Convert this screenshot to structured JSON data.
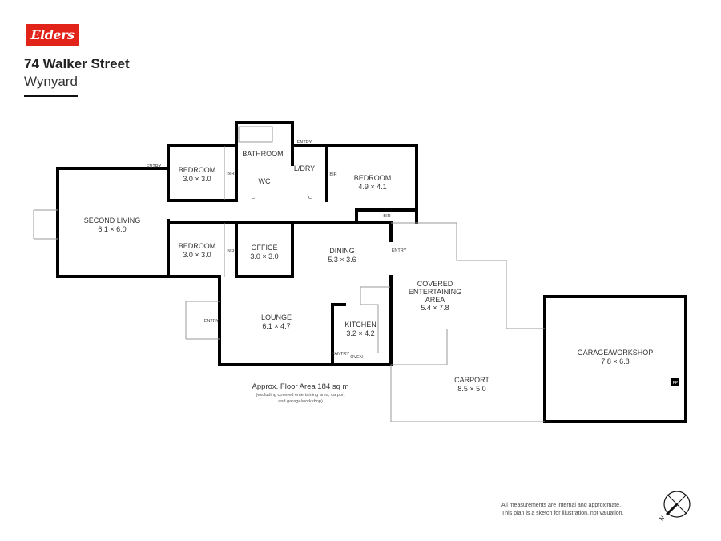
{
  "header": {
    "brand": "Elders",
    "brand_color": "#e2231a",
    "address_line1": "74 Walker Street",
    "address_line2": "Wynyard"
  },
  "rooms": [
    {
      "id": "bathroom",
      "name": "BATHROOM",
      "size": ""
    },
    {
      "id": "bedroom-1",
      "name": "BEDROOM",
      "size": "3.0 × 3.0"
    },
    {
      "id": "bedroom-2",
      "name": "BEDROOM",
      "size": "4.9 × 4.1"
    },
    {
      "id": "second-living",
      "name": "SECOND LIVING",
      "size": "6.1 × 6.0"
    },
    {
      "id": "bedroom-3",
      "name": "BEDROOM",
      "size": "3.0 × 3.0"
    },
    {
      "id": "office",
      "name": "OFFICE",
      "size": "3.0 × 3.0"
    },
    {
      "id": "dining",
      "name": "DINING",
      "size": "5.3 × 3.6"
    },
    {
      "id": "lounge",
      "name": "LOUNGE",
      "size": "6.1 × 4.7"
    },
    {
      "id": "kitchen",
      "name": "KITCHEN",
      "size": "3.2 × 4.2"
    },
    {
      "id": "covered-entertaining",
      "name": "COVERED",
      "name2": "ENTERTAINING",
      "name3": "AREA",
      "size": "5.4 × 7.8"
    },
    {
      "id": "carport",
      "name": "CARPORT",
      "size": "8.5 × 5.0"
    },
    {
      "id": "garage",
      "name": "GARAGE/WORKSHOP",
      "size": "7.8 × 6.8"
    }
  ],
  "small_labels": {
    "wc": "WC",
    "ldry": "L/DRY",
    "bir": "BIR",
    "c": "C",
    "entry": "ENTRY",
    "pantry": "PANTRY",
    "oven": "OVEN",
    "fp": "FP"
  },
  "floor_area": {
    "title": "Approx. Floor Area 184 sq m",
    "note_line1": "(excluding covered entertaining area, carport",
    "note_line2": "and garage/workshop)"
  },
  "disclaimer": {
    "line1": "All measurements are internal and approximate.",
    "line2": "This plan is a sketch for illustration, not valuation."
  },
  "compass": {
    "label": "N",
    "icon": "compass-north-icon"
  }
}
